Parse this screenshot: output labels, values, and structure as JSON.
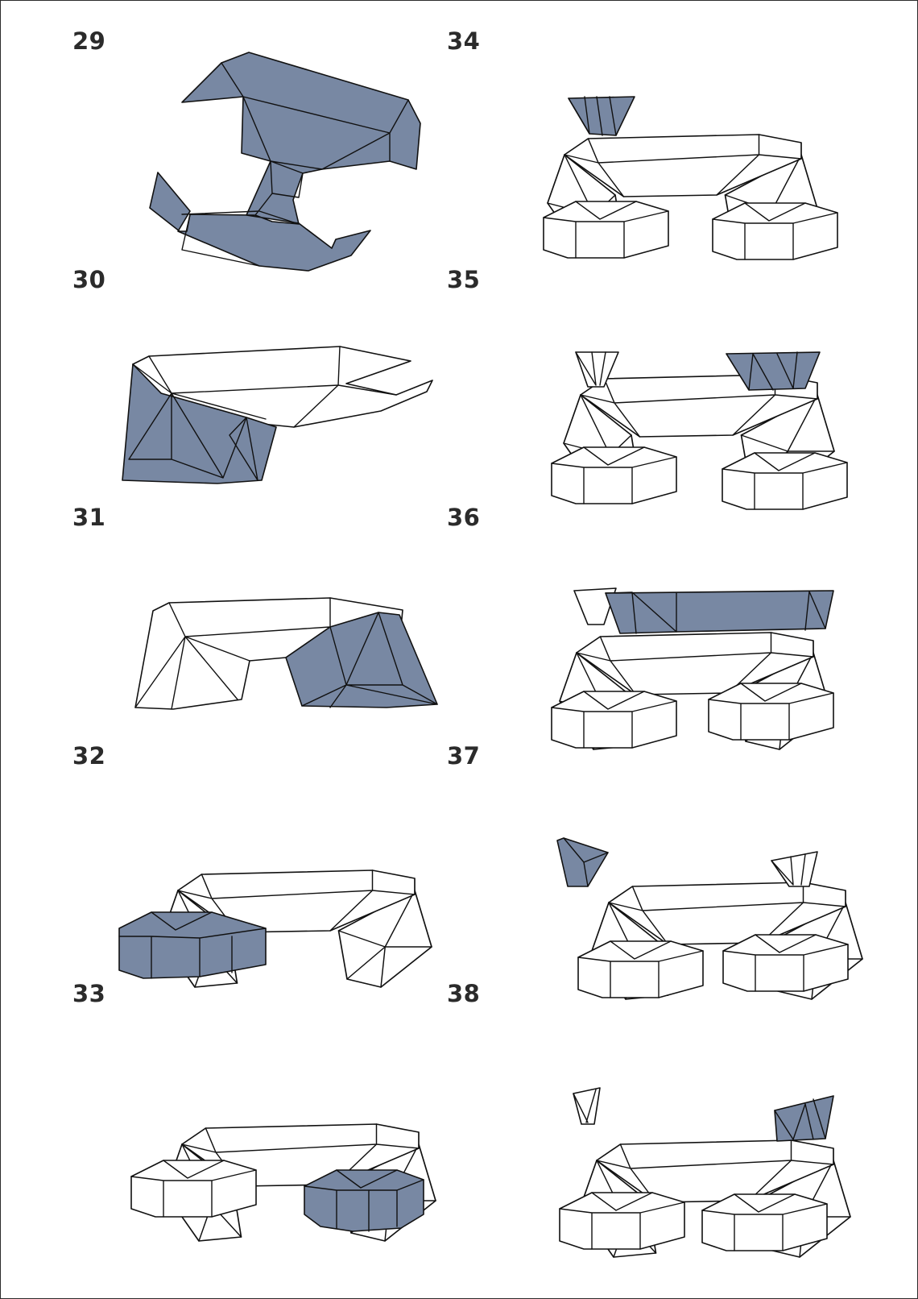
{
  "colors": {
    "accent": "#7888a3",
    "line": "#111111",
    "text": "#2b2b2b"
  },
  "steps": [
    {
      "number": "29",
      "highlighted_part": "base-tray-blue"
    },
    {
      "number": "30",
      "highlighted_part": "left-leg-blue"
    },
    {
      "number": "31",
      "highlighted_part": "right-leg-blue"
    },
    {
      "number": "32",
      "highlighted_part": "left-foot-blue"
    },
    {
      "number": "33",
      "highlighted_part": "right-foot-blue"
    },
    {
      "number": "34",
      "highlighted_part": "left-top-cone-blue"
    },
    {
      "number": "35",
      "highlighted_part": "right-top-cone-blue"
    },
    {
      "number": "36",
      "highlighted_part": "front-rim-band-blue"
    },
    {
      "number": "37",
      "highlighted_part": "left-handle-blue"
    },
    {
      "number": "38",
      "highlighted_part": "right-handle-blue"
    }
  ]
}
